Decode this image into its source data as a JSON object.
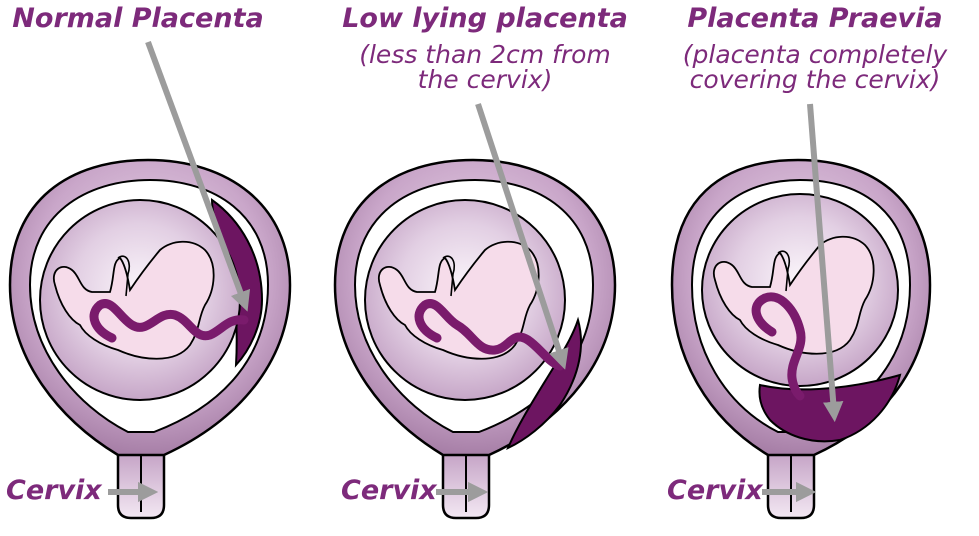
{
  "panels": [
    {
      "title": "Normal Placenta",
      "subtitle": [],
      "cervix_label": "Cervix"
    },
    {
      "title": "Low lying placenta",
      "subtitle": [
        "(less than 2cm from",
        "the cervix)"
      ],
      "cervix_label": "Cervix"
    },
    {
      "title": "Placenta Praevia",
      "subtitle": [
        "(placenta completely",
        "covering the cervix)"
      ],
      "cervix_label": "Cervix"
    }
  ],
  "colors": {
    "label_purple": "#7d2a7b",
    "uterus_wall": "#b58db5",
    "placenta": "#6d1561",
    "cord": "#7a1b6c",
    "sac": "#ddc6de",
    "fetus": "#f6dcea",
    "arrow_grey": "#9c9c9c"
  }
}
